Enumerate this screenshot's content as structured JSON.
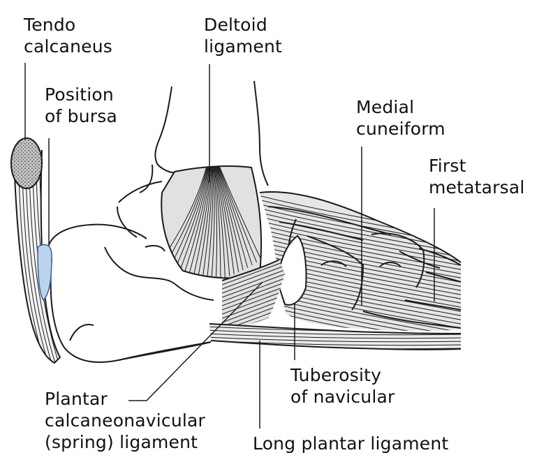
{
  "colors": {
    "outline": "#1a1a1a",
    "ligament_fill": "#e1e1e1",
    "tendon_end_fill": "#b9b9b9",
    "bursa_fill": "#bcd3ee",
    "bursa_stroke": "#3a5f8f",
    "background": "#ffffff"
  },
  "labels": {
    "tendo_calcaneus": [
      "Tendo",
      "calcaneus"
    ],
    "deltoid_ligament": [
      "Deltoid",
      "ligament"
    ],
    "position_of_bursa": [
      "Position",
      "of bursa"
    ],
    "medial_cuneiform": [
      "Medial",
      "cuneiform"
    ],
    "first_metatarsal": [
      "First",
      "metatarsal"
    ],
    "plantar_calcaneonavicular": [
      "Plantar",
      "calcaneonavicular",
      "(spring) ligament"
    ],
    "tuberosity_of_navicular": [
      "Tuberosity",
      "of navicular"
    ],
    "long_plantar_ligament": [
      "Long plantar ligament"
    ]
  }
}
